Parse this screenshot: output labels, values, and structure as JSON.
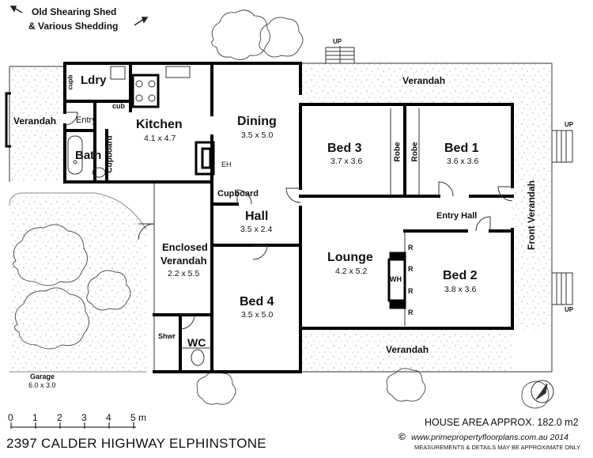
{
  "colors": {
    "wall": "#000000",
    "line": "#333333",
    "outdoor": "#8a8a8a",
    "background": "#ffffff"
  },
  "notes": {
    "old_shed_line1": "Old Shearing Shed",
    "old_shed_line2": "& Various Shedding"
  },
  "rooms": {
    "laundry": "Ldry",
    "cupb_v": "cupb",
    "cupb_h": "cub",
    "entry": "Entry",
    "bath": "Bath",
    "cupboard_v": "Cupboard",
    "kitchen": {
      "name": "Kitchen",
      "dims": "4.1 x 4.7"
    },
    "dining": {
      "name": "Dining",
      "dims": "3.5 x 5.0"
    },
    "eh": "EH",
    "cupboard_h": "Cupboard",
    "hall": {
      "name": "Hall",
      "dims": "3.5 x 2.4"
    },
    "bed3": {
      "name": "Bed 3",
      "dims": "3.7 x 3.6"
    },
    "robe1": "Robe",
    "robe2": "Robe",
    "bed1": {
      "name": "Bed 1",
      "dims": "3.6 x 3.6"
    },
    "entry_hall": "Entry Hall",
    "lounge": {
      "name": "Lounge",
      "dims": "4.2 x 5.2"
    },
    "wh": "WH",
    "robe_r": "R",
    "bed2": {
      "name": "Bed 2",
      "dims": "3.8 x 3.6"
    },
    "enclosed_verandah": {
      "name_line1": "Enclosed",
      "name_line2": "Verandah",
      "dims": "2.2 x 5.5"
    },
    "shwr": "Shwr",
    "wc": "WC",
    "bed4": {
      "name": "Bed 4",
      "dims": "3.5 x 5.0"
    }
  },
  "outdoor": {
    "verandah_west": "Verandah",
    "verandah_north": "Verandah",
    "verandah_south": "Verandah",
    "front_verandah": "Front Verandah",
    "garage": {
      "name": "Garage",
      "dims": "6.0 x 3.0"
    },
    "up": "UP"
  },
  "scale": {
    "ticks": [
      "0",
      "1",
      "2",
      "3",
      "4",
      "5 m"
    ]
  },
  "footer": {
    "address": "2397 CALDER HIGHWAY ELPHINSTONE",
    "area": "HOUSE AREA APPROX. 182.0 m2",
    "copyright_symbol": "©",
    "website": "www.primepropertyfloorplans.com.au 2014",
    "disclaimer": "MEASUREMENTS & DETAILS MAY BE APPROXIMATE ONLY"
  }
}
